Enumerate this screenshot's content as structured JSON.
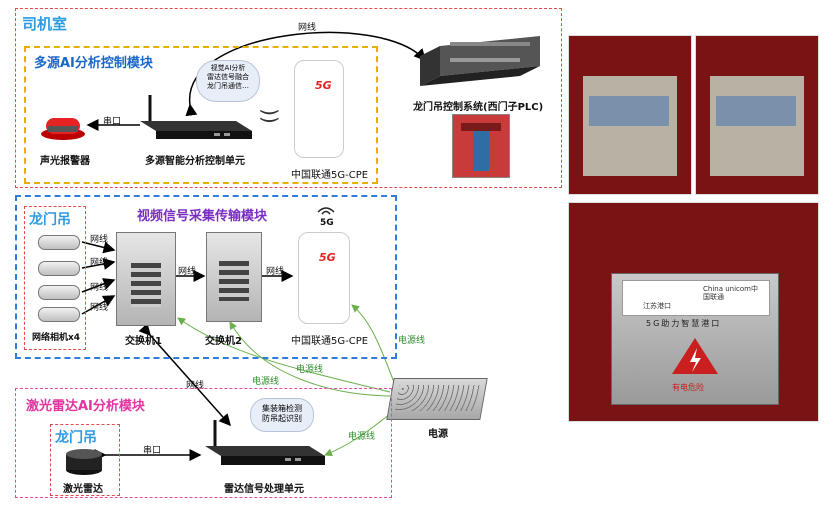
{
  "regions": {
    "cab": {
      "title": "司机室"
    },
    "multi_ai": {
      "title": "多源AI分析控制模块"
    },
    "video": {
      "title": "视频信号采集传输模块"
    },
    "gantry": {
      "title": "龙门吊"
    },
    "lidar": {
      "title": "激光雷达AI分析模块"
    },
    "gantry_lidar": {
      "title": "龙门吊"
    }
  },
  "devices": {
    "alarm": "声光报警器",
    "multi_unit": "多源智能分析控制单元",
    "cpe_top": "中国联通5G-CPE",
    "plc": "龙门吊控制系统(西门子PLC)",
    "cameras": "网络相机x4",
    "switch1": "交换机1",
    "switch2": "交换机2",
    "cpe_video": "中国联通5G-CPE",
    "power": "电源",
    "lidar_dev": "激光雷达",
    "radar_unit": "雷达信号处理单元"
  },
  "bubbles": {
    "multi": "视觉AI分析\n雷达信号融合\n龙门吊通信…",
    "radar": "集装箱检测\n防吊起识别"
  },
  "links": {
    "wanxian": "网线",
    "chuankou": "串口",
    "dianyuanxian": "电源线",
    "g5": "5G",
    "cpe_brand": "5G"
  },
  "photos": {
    "sign_company": "江苏港口",
    "sign_partner": "China unicom中国联通",
    "sign_slogan": "5G助力智慧港口",
    "warning": "有电危险"
  }
}
